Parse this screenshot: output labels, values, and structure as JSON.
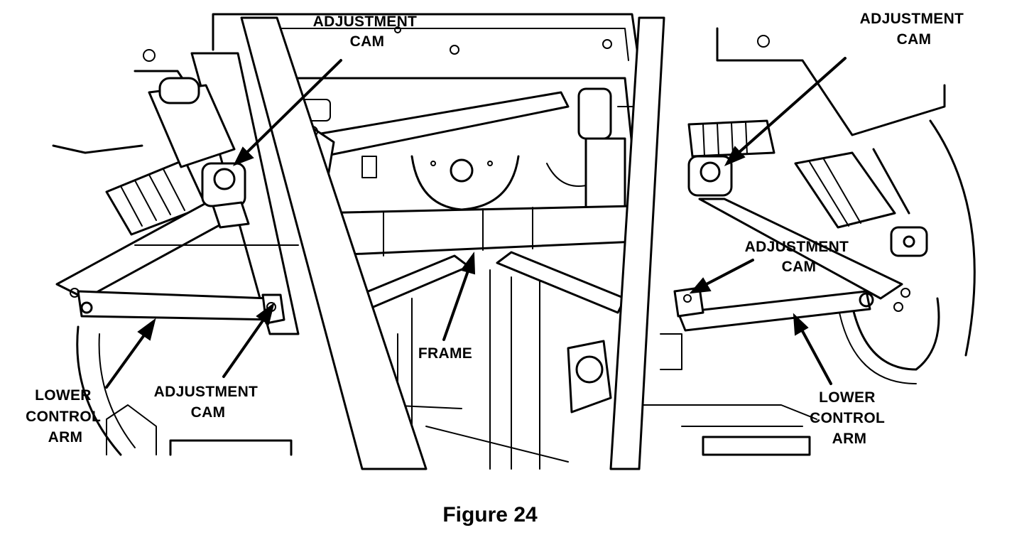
{
  "figure": {
    "caption": "Figure 24"
  },
  "labels": {
    "adjustment_cam_top_left": [
      "ADJUSTMENT",
      "CAM"
    ],
    "adjustment_cam_top_right": [
      "ADJUSTMENT",
      "CAM"
    ],
    "adjustment_cam_mid_right": [
      "ADJUSTMENT",
      "CAM"
    ],
    "adjustment_cam_bottom_left": [
      "ADJUSTMENT",
      "CAM"
    ],
    "frame": "FRAME",
    "lower_control_arm_left": [
      "LOWER",
      "CONTROL",
      "ARM"
    ],
    "lower_control_arm_right": [
      "LOWER",
      "CONTROL",
      "ARM"
    ]
  },
  "colors": {
    "ink": "#000000",
    "paper": "#ffffff"
  }
}
